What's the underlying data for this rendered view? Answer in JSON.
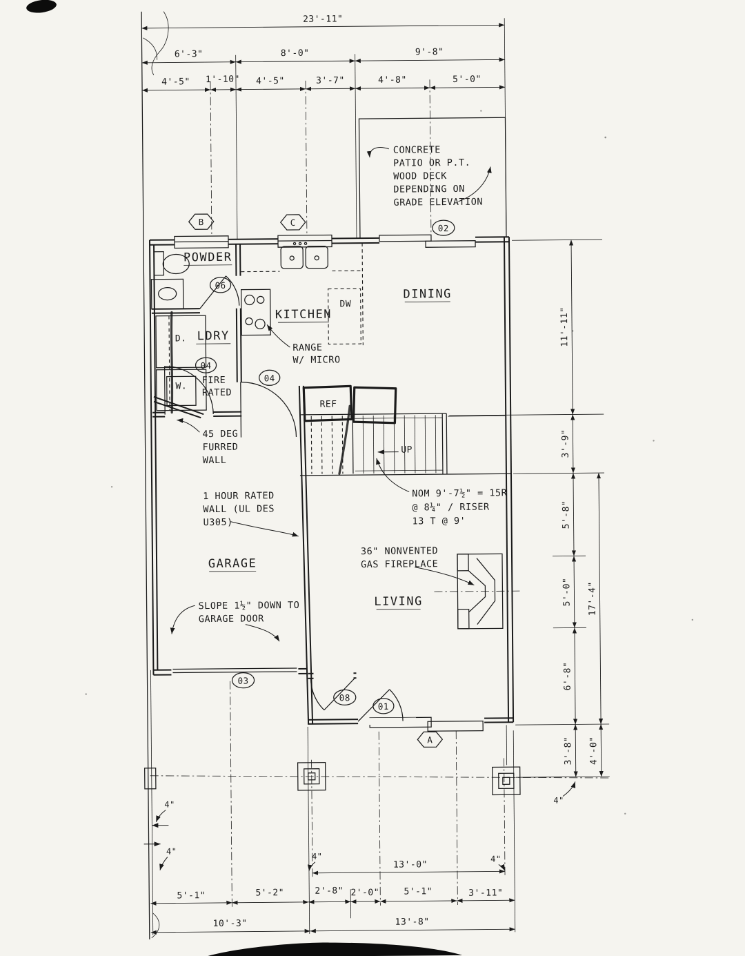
{
  "dims": {
    "top": {
      "overall": "23'-11\"",
      "row2": [
        "6'-3\"",
        "8'-0\"",
        "9'-8\""
      ],
      "row3": [
        "4'-5\"",
        "1'-10\"",
        "4'-5\"",
        "3'-7\"",
        "4'-8\"",
        "5'-0\""
      ]
    },
    "right": {
      "segments": [
        "11'-11\"",
        "3'-9\"",
        "5'-8\"",
        "5'-0\"",
        "6'-8\"",
        "3'-8\""
      ],
      "overall": [
        "17'-4\"",
        "4'-0\""
      ]
    },
    "bottom": {
      "porch_width": "13'-0\"",
      "row2": [
        "5'-1\"",
        "5'-2\"",
        "2'-8\"",
        "2'-0\"",
        "5'-1\"",
        "3'-11\""
      ],
      "row3": [
        "10'-3\"",
        "13'-8\""
      ]
    },
    "offsets": [
      "4\"",
      "4\"",
      "4\"",
      "4\"",
      "4\""
    ]
  },
  "rooms": {
    "powder": "POWDER",
    "kitchen": "KITCHEN",
    "dining": "DINING",
    "laundry": "LDRY",
    "garage": "GARAGE",
    "living": "LIVING"
  },
  "fixtures": {
    "dishwasher": "DW",
    "refrigerator": "REF",
    "stairs_up": "UP",
    "dryer": "D.",
    "washer": "W."
  },
  "notes": {
    "patio": [
      "CONCRETE",
      "PATIO OR P.T.",
      "WOOD DECK",
      "DEPENDING ON",
      "GRADE ELEVATION"
    ],
    "range": [
      "RANGE",
      "W/ MICRO"
    ],
    "stairs": [
      "NOM 9'-7½\" = 15R",
      "@ 8¼\" / RISER",
      "13 T @ 9'"
    ],
    "furred_wall": [
      "45 DEG",
      "FURRED",
      "WALL"
    ],
    "rated_wall": [
      "1 HOUR RATED",
      "WALL (UL DES",
      "U305)"
    ],
    "fire_rated": [
      "FIRE",
      "RATED"
    ],
    "slope": [
      "SLOPE 1½\" DOWN TO",
      "GARAGE DOOR"
    ],
    "fireplace": [
      "36\" NONVENTED",
      "GAS FIREPLACE"
    ]
  },
  "keynotes": {
    "k02": "02",
    "k06": "06",
    "k04a": "04",
    "k04b": "04",
    "k03": "03",
    "k08": "08",
    "k01": "01"
  },
  "grid_tags": {
    "b": "B",
    "c": "C",
    "a": "A"
  },
  "colors": {
    "paper": "#f5f4ef",
    "ink": "#1b1b1b"
  }
}
